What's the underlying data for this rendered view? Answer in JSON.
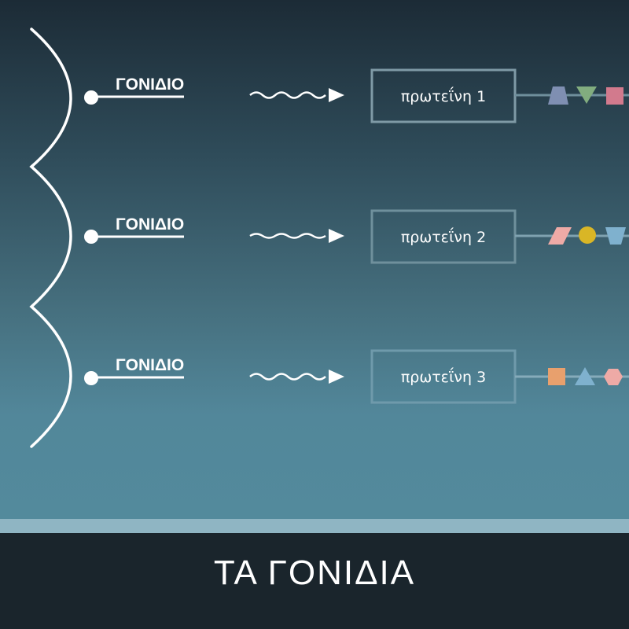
{
  "footer": {
    "title": "ΤΑ ΓΟΝΙΔΙΑ"
  },
  "rows": [
    {
      "gene_label": "ΓΟΝΙΔΙΟ",
      "protein_label": "πρωτεΐνη 1",
      "shapes": [
        {
          "shape": "trapezoid",
          "color": "#7f8fb2"
        },
        {
          "shape": "triangle-down",
          "color": "#82ad7f"
        },
        {
          "shape": "square",
          "color": "#d27a8d"
        }
      ]
    },
    {
      "gene_label": "ΓΟΝΙΔΙΟ",
      "protein_label": "πρωτεΐνη 2",
      "shapes": [
        {
          "shape": "parallelogram",
          "color": "#eeaaa6"
        },
        {
          "shape": "circle",
          "color": "#d9b626"
        },
        {
          "shape": "trapezoid-down",
          "color": "#7fb1ce"
        }
      ]
    },
    {
      "gene_label": "ΓΟΝΙΔΙΟ",
      "protein_label": "πρωτεΐνη 3",
      "shapes": [
        {
          "shape": "square",
          "color": "#e8a06d"
        },
        {
          "shape": "triangle-up",
          "color": "#7fb1ce"
        },
        {
          "shape": "hexagon",
          "color": "#eeaaa6"
        }
      ]
    }
  ]
}
